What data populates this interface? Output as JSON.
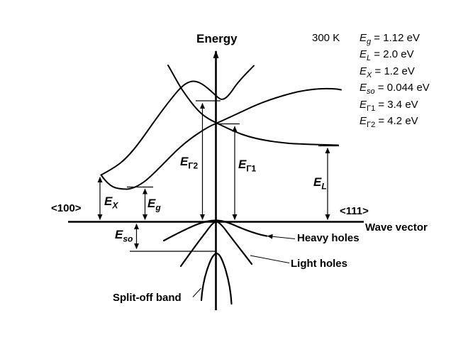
{
  "figure": {
    "energy_axis_label": "Energy",
    "wavevector_axis_label": "Wave vector",
    "temperature": "300 K",
    "direction_left": "<100>",
    "direction_right": "<111>",
    "heavy_holes_label": "Heavy holes",
    "light_holes_label": "Light holes",
    "split_off_label": "Split-off band"
  },
  "annotations": {
    "e_gamma2": {
      "main": "E",
      "sub": "Γ2"
    },
    "e_gamma1": {
      "main": "E",
      "sub": "Γ1"
    },
    "e_l": {
      "main": "E",
      "sub": "L"
    },
    "e_x": {
      "main": "E",
      "sub": "X"
    },
    "e_g": {
      "main": "E",
      "sub": "g"
    },
    "e_so": {
      "main": "E",
      "sub": "so"
    }
  },
  "legend": {
    "items": [
      {
        "main": "E",
        "sub": "g",
        "value": " = 1.12 eV"
      },
      {
        "main": "E",
        "sub": "L",
        "value": " = 2.0 eV"
      },
      {
        "main": "E",
        "sub": "X",
        "value": " = 1.2 eV"
      },
      {
        "main": "E",
        "sub": "so",
        "value": " = 0.044 eV"
      },
      {
        "main": "E",
        "sub": "Γ1",
        "value": " = 3.4 eV"
      },
      {
        "main": "E",
        "sub": "Γ2",
        "value": " = 4.2 eV"
      }
    ]
  },
  "chart_data": {
    "type": "line",
    "title": "Energy band structure (energy vs. wave vector, schematic)",
    "xlabel": "Wave vector",
    "ylabel": "Energy",
    "temperature": "300 K",
    "x_directions": [
      "<100> left of zone center",
      "<111> right of zone center"
    ],
    "energy_levels_eV": {
      "Eg": 1.12,
      "EL": 2.0,
      "EX": 1.2,
      "Eso": 0.044,
      "EGamma1": 3.4,
      "EGamma2": 4.2
    },
    "bands": [
      "conduction bands",
      "heavy holes",
      "light holes",
      "split-off band"
    ],
    "annotations_marked": [
      "EX",
      "Eg",
      "EΓ2",
      "EΓ1",
      "EL",
      "Eso"
    ]
  }
}
